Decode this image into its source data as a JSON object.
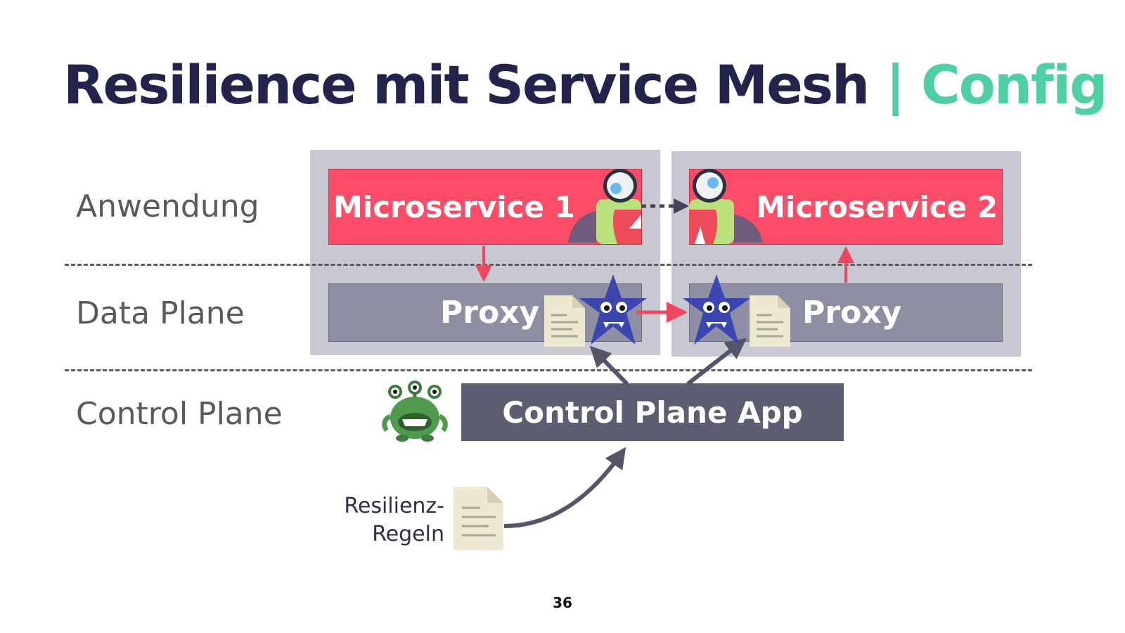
{
  "title": {
    "main": "Resilience mit Service Mesh",
    "separator": "|",
    "accent": "Config"
  },
  "layers": {
    "application": "Anwendung",
    "data_plane": "Data Plane",
    "control_plane": "Control Plane"
  },
  "services": [
    {
      "name": "Microservice 1",
      "proxy": "Proxy"
    },
    {
      "name": "Microservice 2",
      "proxy": "Proxy"
    }
  ],
  "control_plane_app": "Control Plane App",
  "rules_doc_label": "Resilienz-\nRegeln",
  "page_number": "36",
  "colors": {
    "title": "#22244e",
    "accent": "#4fcfa6",
    "microservice": "#fc4c68",
    "proxy": "#8f8fa3",
    "pod": "#c8c8d2",
    "control_plane_app": "#5d5d71",
    "arrow_red": "#f0465f",
    "arrow_dark": "#55556a"
  },
  "icons": [
    "cyclops-monster-icon",
    "star-monster-icon",
    "config-document-icon",
    "green-alien-monster-icon"
  ]
}
